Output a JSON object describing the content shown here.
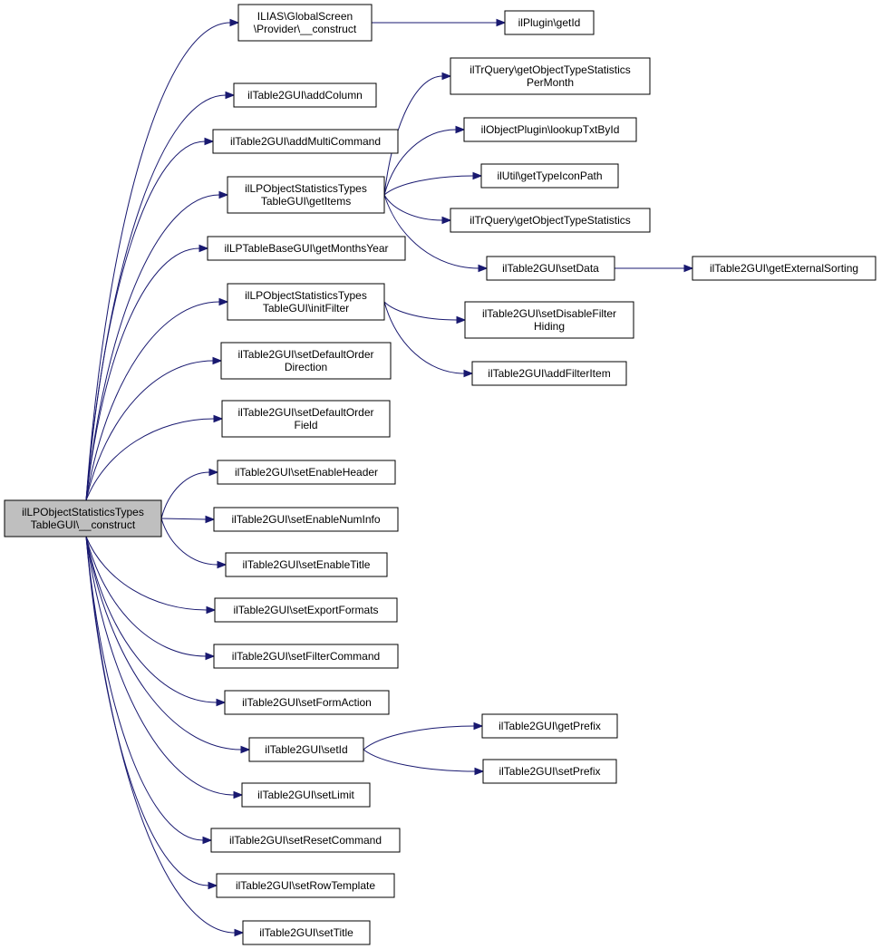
{
  "diagram": {
    "root_id": "root",
    "nodes": [
      {
        "id": "root",
        "lines": [
          "ilLPObjectStatisticsTypes",
          "TableGUI\\__construct"
        ]
      },
      {
        "id": "n1",
        "lines": [
          "ILIAS\\GlobalScreen",
          "\\Provider\\__construct"
        ]
      },
      {
        "id": "n2",
        "lines": [
          "ilTable2GUI\\addColumn"
        ]
      },
      {
        "id": "n3",
        "lines": [
          "ilTable2GUI\\addMultiCommand"
        ]
      },
      {
        "id": "n4",
        "lines": [
          "ilLPObjectStatisticsTypes",
          "TableGUI\\getItems"
        ]
      },
      {
        "id": "n5",
        "lines": [
          "ilLPTableBaseGUI\\getMonthsYear"
        ]
      },
      {
        "id": "n6",
        "lines": [
          "ilLPObjectStatisticsTypes",
          "TableGUI\\initFilter"
        ]
      },
      {
        "id": "n7",
        "lines": [
          "ilTable2GUI\\setDefaultOrder",
          "Direction"
        ]
      },
      {
        "id": "n8",
        "lines": [
          "ilTable2GUI\\setDefaultOrder",
          "Field"
        ]
      },
      {
        "id": "n9",
        "lines": [
          "ilTable2GUI\\setEnableHeader"
        ]
      },
      {
        "id": "n10",
        "lines": [
          "ilTable2GUI\\setEnableNumInfo"
        ]
      },
      {
        "id": "n11",
        "lines": [
          "ilTable2GUI\\setEnableTitle"
        ]
      },
      {
        "id": "n12",
        "lines": [
          "ilTable2GUI\\setExportFormats"
        ]
      },
      {
        "id": "n13",
        "lines": [
          "ilTable2GUI\\setFilterCommand"
        ]
      },
      {
        "id": "n14",
        "lines": [
          "ilTable2GUI\\setFormAction"
        ]
      },
      {
        "id": "n15",
        "lines": [
          "ilTable2GUI\\setId"
        ]
      },
      {
        "id": "n16",
        "lines": [
          "ilTable2GUI\\setLimit"
        ]
      },
      {
        "id": "n17",
        "lines": [
          "ilTable2GUI\\setResetCommand"
        ]
      },
      {
        "id": "n18",
        "lines": [
          "ilTable2GUI\\setRowTemplate"
        ]
      },
      {
        "id": "n19",
        "lines": [
          "ilTable2GUI\\setTitle"
        ]
      },
      {
        "id": "n20",
        "lines": [
          "ilPlugin\\getId"
        ]
      },
      {
        "id": "n21",
        "lines": [
          "ilTrQuery\\getObjectTypeStatistics",
          "PerMonth"
        ]
      },
      {
        "id": "n22",
        "lines": [
          "ilObjectPlugin\\lookupTxtById"
        ]
      },
      {
        "id": "n23",
        "lines": [
          "ilUtil\\getTypeIconPath"
        ]
      },
      {
        "id": "n24",
        "lines": [
          "ilTrQuery\\getObjectTypeStatistics"
        ]
      },
      {
        "id": "n25",
        "lines": [
          "ilTable2GUI\\setData"
        ]
      },
      {
        "id": "n26",
        "lines": [
          "ilTable2GUI\\getExternalSorting"
        ]
      },
      {
        "id": "n27",
        "lines": [
          "ilTable2GUI\\setDisableFilter",
          "Hiding"
        ]
      },
      {
        "id": "n28",
        "lines": [
          "ilTable2GUI\\addFilterItem"
        ]
      },
      {
        "id": "n29",
        "lines": [
          "ilTable2GUI\\getPrefix"
        ]
      },
      {
        "id": "n30",
        "lines": [
          "ilTable2GUI\\setPrefix"
        ]
      }
    ],
    "edges": [
      [
        "root",
        "n1"
      ],
      [
        "root",
        "n2"
      ],
      [
        "root",
        "n3"
      ],
      [
        "root",
        "n4"
      ],
      [
        "root",
        "n5"
      ],
      [
        "root",
        "n6"
      ],
      [
        "root",
        "n7"
      ],
      [
        "root",
        "n8"
      ],
      [
        "root",
        "n9"
      ],
      [
        "root",
        "n10"
      ],
      [
        "root",
        "n11"
      ],
      [
        "root",
        "n12"
      ],
      [
        "root",
        "n13"
      ],
      [
        "root",
        "n14"
      ],
      [
        "root",
        "n15"
      ],
      [
        "root",
        "n16"
      ],
      [
        "root",
        "n17"
      ],
      [
        "root",
        "n18"
      ],
      [
        "root",
        "n19"
      ],
      [
        "n1",
        "n20"
      ],
      [
        "n4",
        "n21"
      ],
      [
        "n4",
        "n22"
      ],
      [
        "n4",
        "n23"
      ],
      [
        "n4",
        "n24"
      ],
      [
        "n4",
        "n25"
      ],
      [
        "n25",
        "n26"
      ],
      [
        "n6",
        "n27"
      ],
      [
        "n6",
        "n28"
      ],
      [
        "n15",
        "n29"
      ],
      [
        "n15",
        "n30"
      ]
    ],
    "colors": {
      "edge": "#191970",
      "root_fill": "#bfbfbf",
      "node_fill": "#ffffff",
      "node_border": "#000000"
    }
  }
}
